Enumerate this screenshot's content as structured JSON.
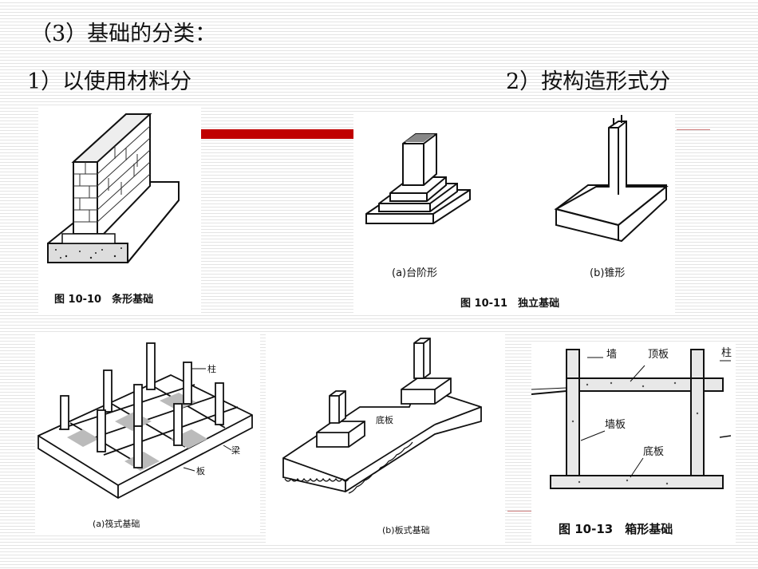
{
  "heading": "（3）基础的分类：",
  "category_by_material": "1）以使用材料分",
  "category_by_form": "2）按构造形式分",
  "figures": {
    "strip": {
      "caption": "图 10-10　条形基础"
    },
    "isolated": {
      "caption": "图 10-11　独立基础",
      "sub_a": "(a)台阶形",
      "sub_b": "(b)锥形"
    },
    "raft": {
      "caption": "(a)筏式基础",
      "label_column": "柱",
      "label_beam": "梁",
      "label_slab": "板"
    },
    "plate": {
      "caption": "(b)板式基础",
      "label_base": "底板"
    },
    "box": {
      "caption": "图 10-13　箱形基础",
      "label_wall": "墙",
      "label_top": "顶板",
      "label_column": "柱",
      "label_wallslab": "墙板",
      "label_bottom": "底板"
    }
  },
  "colors": {
    "accent_bar": "#c00000"
  }
}
